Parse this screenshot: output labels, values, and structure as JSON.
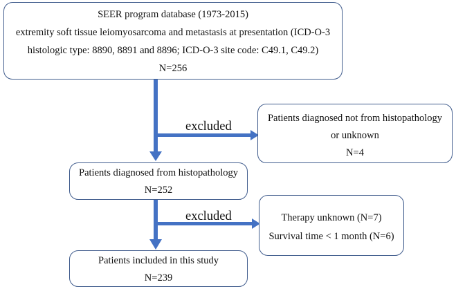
{
  "source_box": {
    "line1": "SEER program database (1973-2015)",
    "line2": "extremity soft tissue leiomyosarcoma and metastasis at presentation (ICD-O-3",
    "line3": "histologic type: 8890, 8891 and 8896; ICD-O-3 site code: C49.1, C49.2)",
    "count": "N=256"
  },
  "exclusion_1": {
    "arrow_label": "excluded",
    "line1": "Patients diagnosed not from histopathology",
    "line2": "or unknown",
    "count": "N=4"
  },
  "histopathology_box": {
    "line1": "Patients diagnosed from histopathology",
    "count": "N=252"
  },
  "exclusion_2": {
    "arrow_label": "excluded",
    "line1": "Therapy unknown (N=7)",
    "line2": "Survival time <  1 month (N=6)"
  },
  "final_box": {
    "line1": "Patients included in this study",
    "count": "N=239"
  },
  "colors": {
    "arrow": "#4472c4",
    "box_border": "#3f5b8c",
    "text": "#111111"
  }
}
